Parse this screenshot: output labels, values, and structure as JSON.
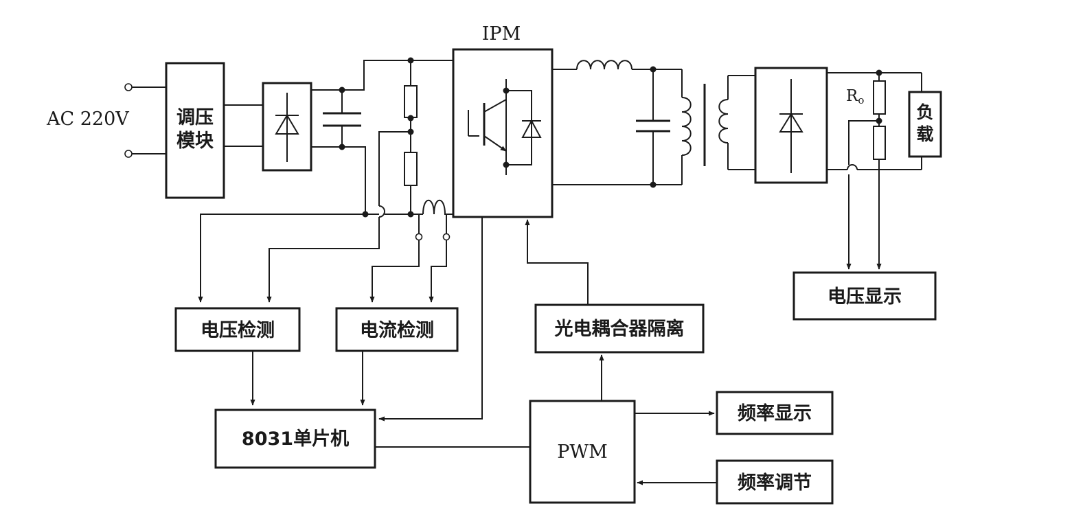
{
  "diagram": {
    "input_label": "AC 220V",
    "ipm_label": "IPM",
    "ro_label": "R",
    "ro_sub": "o",
    "blocks": {
      "regulator_line1": "调压",
      "regulator_line2": "模块",
      "load_line1": "负",
      "load_line2": "载",
      "voltage_detect": "电压检测",
      "current_detect": "电流检测",
      "optocoupler": "光电耦合器隔离",
      "mcu": "8031单片机",
      "pwm": "PWM",
      "freq_display": "频率显示",
      "freq_adjust": "频率调节",
      "voltage_display": "电压显示"
    }
  },
  "colors": {
    "ink": "#1a1a1a",
    "background": "#ffffff"
  }
}
